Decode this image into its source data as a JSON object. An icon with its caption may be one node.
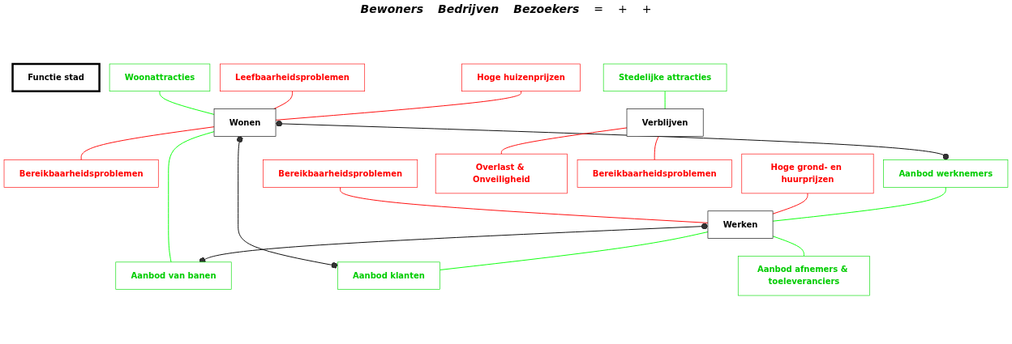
{
  "diagram": {
    "nodes": [
      {
        "text": [
          "Functie stad"
        ]
      },
      {
        "text": [
          "Woonattracties"
        ]
      },
      {
        "text": [
          "Leefbaarheidsproblemen"
        ]
      },
      {
        "text": [
          "Hoge huizenprijzen"
        ]
      },
      {
        "text": [
          "Wonen"
        ]
      },
      {
        "text": [
          "Aanbod van banen"
        ]
      },
      {
        "text": [
          "Bereikbaarheidsproblemen"
        ]
      },
      {
        "text": [
          "Bereikbaarheidsproblemen"
        ]
      },
      {
        "text": [
          "Hoge grond- en huurprijzen"
        ]
      },
      {
        "text": [
          "Aanbod werknemers"
        ]
      },
      {
        "text": [
          "Werken"
        ]
      },
      {
        "text": [
          "Aanbod klanten"
        ]
      },
      {
        "text": [
          "Aanbod afnemers & toeleveranciers"
        ]
      },
      {
        "text": [
          "Stedelijke attracties"
        ]
      },
      {
        "text": [
          "Verblijven"
        ]
      },
      {
        "text": [
          "Overlast & Onveiligheid"
        ]
      },
      {
        "text": [
          "Bereikbaarheidsproblemen"
        ]
      }
    ],
    "edges": [
      {
        "from": 1,
        "to": 4,
        "arrow": "none",
        "color": "#00ff00"
      },
      {
        "from": 2,
        "to": 4,
        "arrow": "none"
      },
      {
        "from": 3,
        "to": 4,
        "arrow": "none"
      },
      {
        "from": 4,
        "to": 9,
        "arrow": "other",
        "color": "#000000"
      },
      {
        "from": 4,
        "to": 11,
        "arrow": "other",
        "color": "#000000"
      },
      {
        "from": 4,
        "to": 5,
        "arrow": "none",
        "color": "#00ff00"
      },
      {
        "from": 4,
        "to": 6,
        "arrow": "none"
      },
      {
        "from": 7,
        "to": 10,
        "arrow": "none"
      },
      {
        "from": 8,
        "to": 10,
        "arrow": "none"
      },
      {
        "from": 9,
        "to": 10,
        "arrow": "none",
        "color": "#00ff00"
      },
      {
        "from": 10,
        "to": 5,
        "arrow": "other",
        "color": "#000000"
      },
      {
        "from": 10,
        "to": 11,
        "arrow": "none",
        "color": "#00ff00"
      },
      {
        "from": 10,
        "to": 12,
        "arrow": "none",
        "color": "#00ff00"
      },
      {
        "from": 13,
        "to": 14,
        "arrow": "none",
        "color": "#00ff00"
      },
      {
        "from": 14,
        "to": 15,
        "arrow": "none"
      },
      {
        "from": 14,
        "to": 16,
        "arrow": "none"
      }
    ],
    "labels": [
      "Bewoners",
      "Bedrijven",
      "Bezoekers",
      "=",
      "+",
      "+"
    ]
  }
}
